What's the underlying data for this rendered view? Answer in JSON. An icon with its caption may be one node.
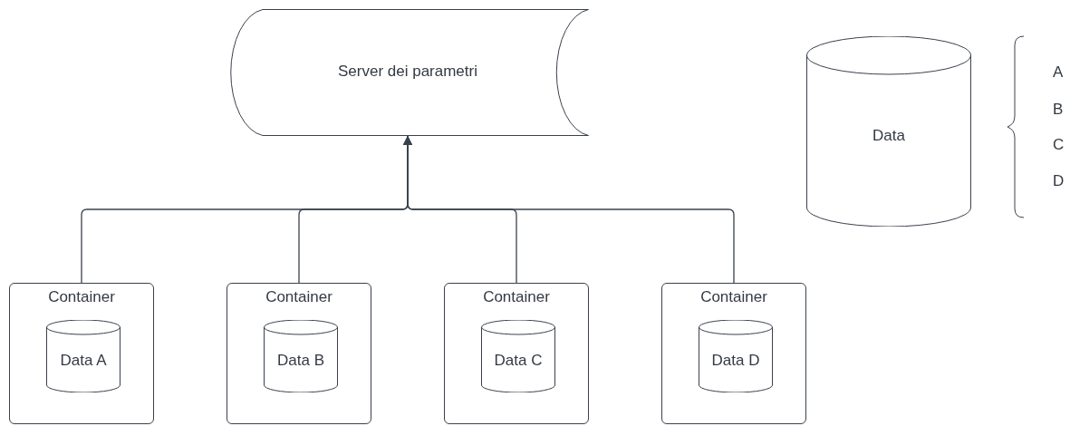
{
  "diagram": {
    "nodes": [
      {
        "text": [
          "Server dei parametri"
        ]
      },
      {
        "text": [
          "Container"
        ]
      },
      {
        "text": [
          "Data A"
        ],
        "in": 1
      },
      {
        "text": [
          "Container"
        ]
      },
      {
        "text": [
          "Data B"
        ],
        "in": 3
      },
      {
        "text": [
          "Container"
        ]
      },
      {
        "text": [
          "Data C"
        ],
        "in": 5
      },
      {
        "text": [
          "Container"
        ]
      },
      {
        "text": [
          "Data D"
        ],
        "in": 7
      },
      {
        "text": [
          "Data"
        ]
      }
    ],
    "edges": [
      {
        "from": 1,
        "to": 0,
        "arrow": "to"
      },
      {
        "from": 3,
        "to": 0,
        "arrow": "to"
      },
      {
        "from": 5,
        "to": 0,
        "arrow": "to"
      },
      {
        "from": 7,
        "to": 0,
        "arrow": "to"
      }
    ],
    "labels": [
      "A",
      "B",
      "C",
      "D"
    ]
  }
}
